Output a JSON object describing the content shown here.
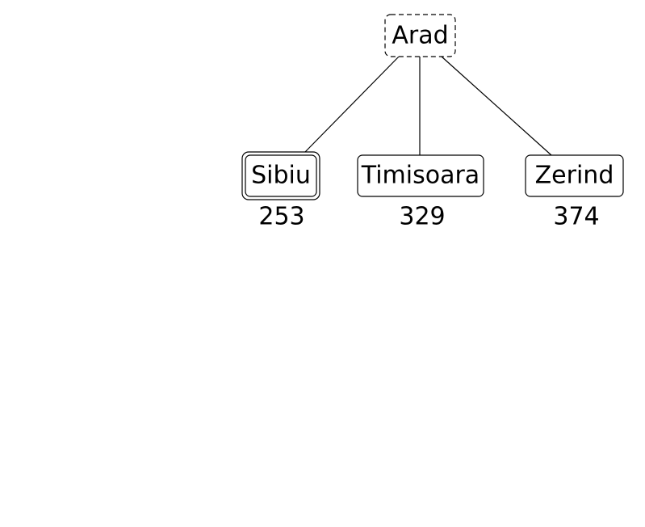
{
  "tree": {
    "root": {
      "id": "arad",
      "label": "Arad",
      "style": "dashed"
    },
    "children": [
      {
        "id": "sibiu",
        "label": "Sibiu",
        "cost": "253",
        "style": "double"
      },
      {
        "id": "timisoara",
        "label": "Timisoara",
        "cost": "329",
        "style": "solid"
      },
      {
        "id": "zerind",
        "label": "Zerind",
        "cost": "374",
        "style": "solid"
      }
    ]
  }
}
